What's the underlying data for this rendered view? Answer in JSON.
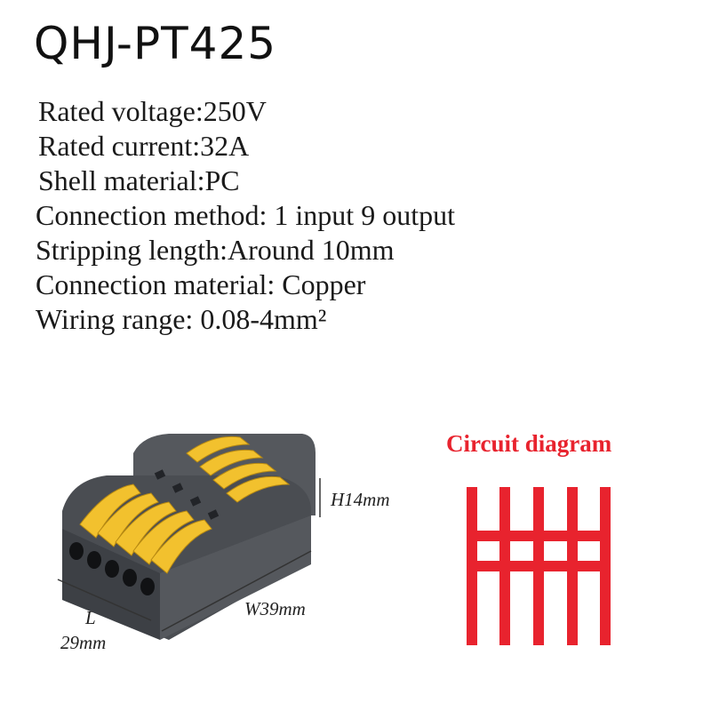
{
  "model": "QHJ-PT425",
  "specs": [
    "Rated voltage:250V",
    "Rated current:32A",
    "Shell material:PC",
    "Connection method: 1 input 9 output",
    "Stripping length:Around 10mm",
    "Connection material: Copper",
    "Wiring range: 0.08-4mm²"
  ],
  "dimensions": {
    "height": "H14mm",
    "width": "W39mm",
    "length_label": "L",
    "length_value": "29mm"
  },
  "circuit": {
    "title": "Circuit diagram",
    "color": "#e8232e"
  },
  "colors": {
    "body": "#4a4d52",
    "lever": "#f2c12e"
  }
}
